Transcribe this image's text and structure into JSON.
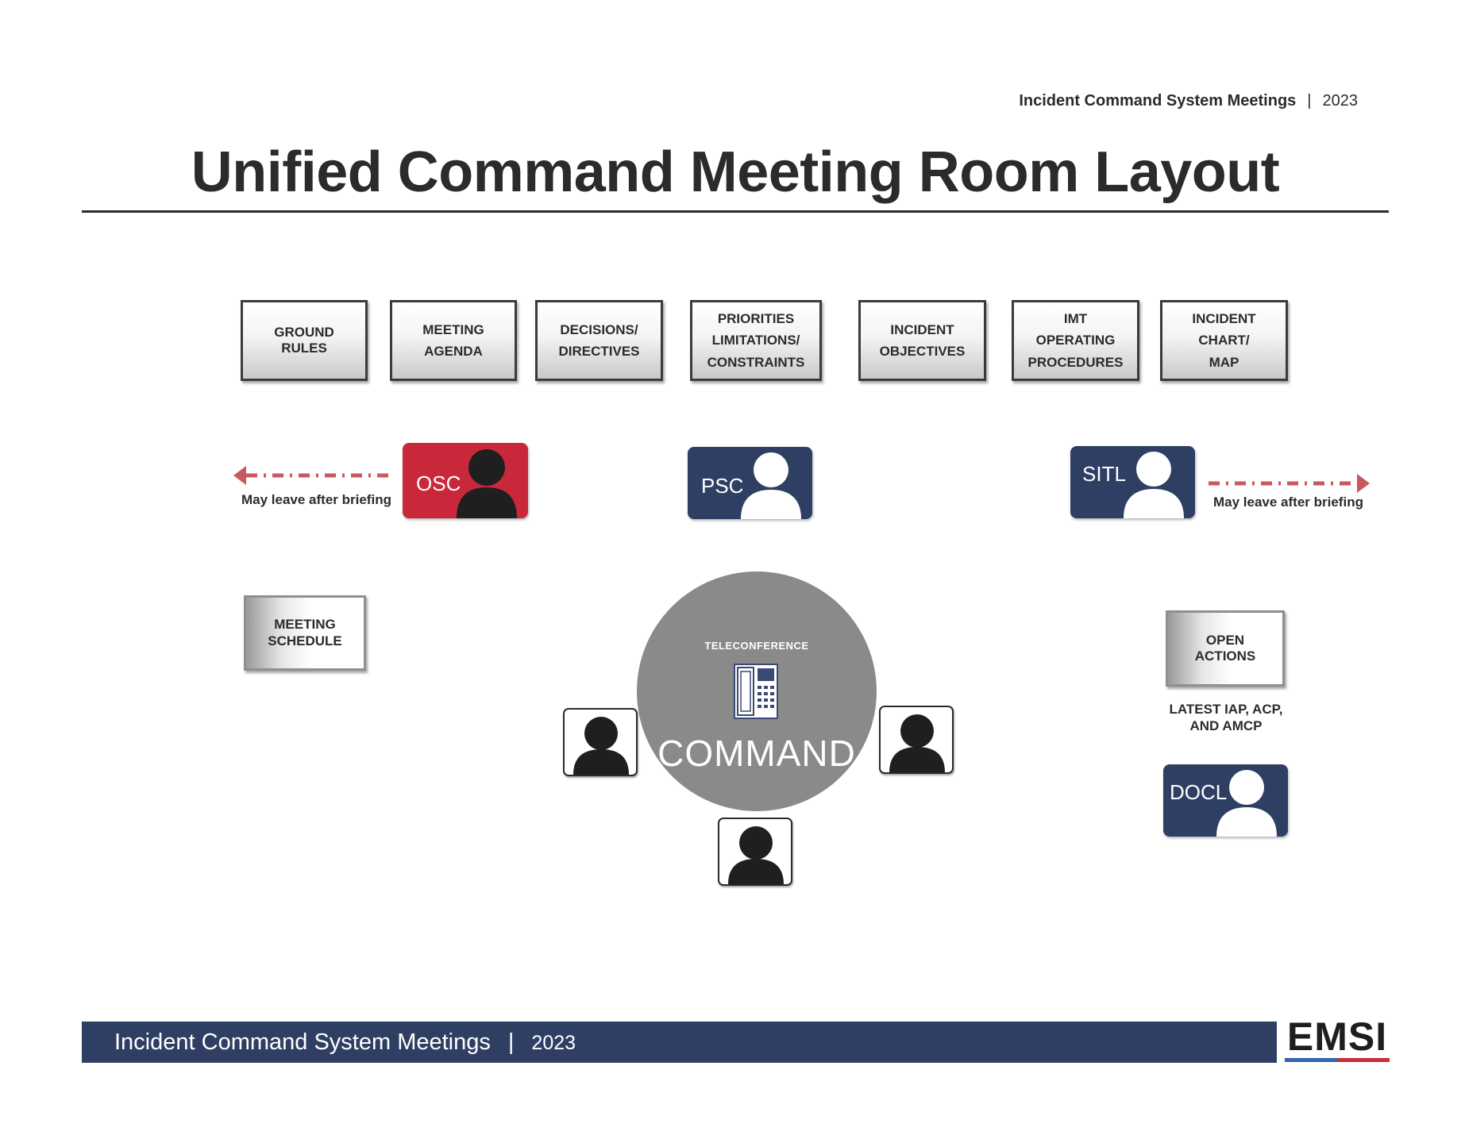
{
  "header": {
    "meta_title": "Incident Command System Meetings",
    "separator": "|",
    "meta_year": "2023"
  },
  "title": "Unified Command Meeting Room Layout",
  "boards": [
    "GROUND\nRULES",
    "MEETING\nAGENDA",
    "DECISIONS/\nDIRECTIVES",
    "PRIORITIES\nLIMITATIONS/\nCONSTRAINTS",
    "INCIDENT\nOBJECTIVES",
    "IMT\nOPERATING\nPROCEDURES",
    "INCIDENT\nCHART/\nMAP"
  ],
  "side_boards": {
    "meeting_schedule": "MEETING\nSCHEDULE",
    "open_actions": "OPEN\nACTIONS"
  },
  "roles": {
    "osc": "OSC",
    "psc": "PSC",
    "sitl": "SITL",
    "docl": "DOCL"
  },
  "notes": {
    "osc_leave": "May leave after briefing",
    "sitl_leave": "May leave after briefing",
    "latest_docs": "LATEST IAP, ACP,\nAND AMCP"
  },
  "table": {
    "teleconference": "TELECONFERENCE",
    "command": "COMMAND"
  },
  "footer": {
    "title": "Incident Command System Meetings",
    "separator": "|",
    "year": "2023"
  },
  "logo": "EMSI",
  "colors": {
    "navy": "#2f3f63",
    "red": "#c9283a",
    "table_gray": "#8a8a8a",
    "arrow_red": "#c9595d"
  }
}
